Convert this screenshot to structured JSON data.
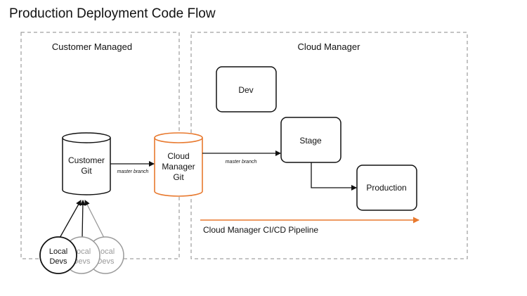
{
  "title": "Production Deployment Code Flow",
  "regions": {
    "customer_managed": "Customer Managed",
    "cloud_manager": "Cloud Manager"
  },
  "nodes": {
    "customer_git": [
      "Customer",
      "Git"
    ],
    "cloud_manager_git": [
      "Cloud",
      "Manager",
      "Git"
    ],
    "dev": "Dev",
    "stage": "Stage",
    "production": "Production",
    "local_devs_front": [
      "Local",
      "Devs"
    ],
    "local_devs_mid": [
      "Local",
      "Devs"
    ],
    "local_devs_back": [
      "Local",
      "Devs"
    ]
  },
  "edges": {
    "customer_to_cloud": "master branch",
    "cloud_to_stage": "master branch"
  },
  "pipeline_label": "Cloud Manager CI/CD Pipeline",
  "colors": {
    "accent": "#e8792e",
    "stroke": "#111111",
    "dashed": "#8a8a8a",
    "faded": "#9a9a9a"
  }
}
